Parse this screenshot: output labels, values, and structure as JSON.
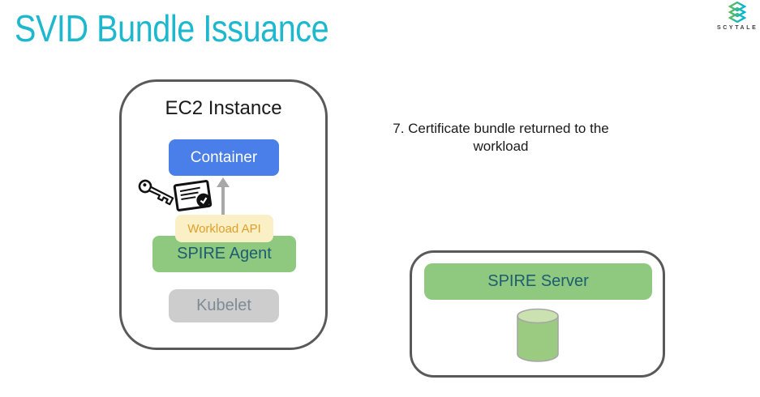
{
  "slide": {
    "title": "SVID Bundle Issuance",
    "title_color": "#1DB7CE",
    "background": "#FFFFFF"
  },
  "logo": {
    "brand": "SCYTALE",
    "icon": "scytale-s-mark-icon",
    "icon_gradient_start": "#6DBE45",
    "icon_gradient_end": "#00B5D8",
    "text_color": "#3F3F3F"
  },
  "diagram": {
    "ec2": {
      "title": "EC2 Instance",
      "border_color": "#595959",
      "nodes": {
        "container": {
          "label": "Container",
          "bg": "#4A7EE8",
          "text_color": "#FFFFFF"
        },
        "workload_api": {
          "label": "Workload API",
          "bg": "#FBEFC6",
          "text_color": "#DFA02A"
        },
        "spire_agent": {
          "label": "SPIRE Agent",
          "bg": "#8FC97F",
          "text_color": "#1D5C71"
        },
        "kubelet": {
          "label": "Kubelet",
          "bg": "#CDCDCD",
          "text_color": "#7E8B95"
        }
      },
      "icons": {
        "key": "key-icon",
        "certificate": "certificate-with-seal-icon",
        "arrow": "arrow-up-icon",
        "arrow_color": "#A8A8A8"
      }
    },
    "annotation": {
      "step_text": "7. Certificate bundle returned to the workload"
    },
    "spire_server": {
      "label": "SPIRE Server",
      "bar_bg": "#8FC97F",
      "text_color": "#1D5C71",
      "border_color": "#595959",
      "database_icon": "database-cylinder-icon",
      "db_body_color": "#9BCB80",
      "db_top_color": "#C9E2B0"
    }
  }
}
